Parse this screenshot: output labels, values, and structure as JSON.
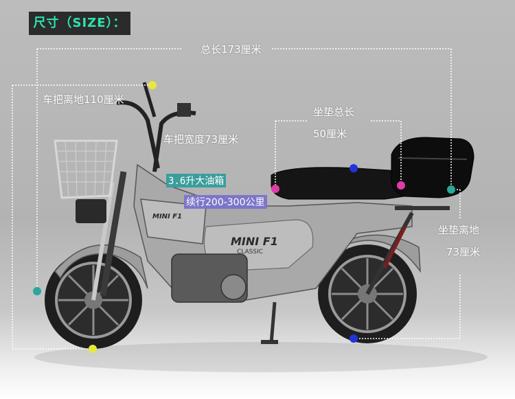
{
  "title_badge": "尺寸（SIZE）：",
  "dimensions": {
    "total_length": "总长173厘米",
    "handlebar_height": "车把离地110厘米",
    "handlebar_width": "车把宽度73厘米",
    "seat_length_title": "坐垫总长",
    "seat_length_value": "50厘米",
    "seat_height_title": "坐垫离地",
    "seat_height_value": "73厘米"
  },
  "features": {
    "fuel_tank": "3.6升大油箱",
    "range": "续行200-300公里"
  },
  "branding": {
    "side_logo": "MINI F1",
    "side_sub": "CLASSIC",
    "panel_logo": "MINI F1"
  },
  "colors": {
    "title_text": "#2ee3b0",
    "dot_yellow": "#e8e83a",
    "dot_teal": "#2aa79a",
    "dot_magenta": "#e23aa8",
    "dot_blue": "#2234d8",
    "guide_line": "#ffffff"
  }
}
